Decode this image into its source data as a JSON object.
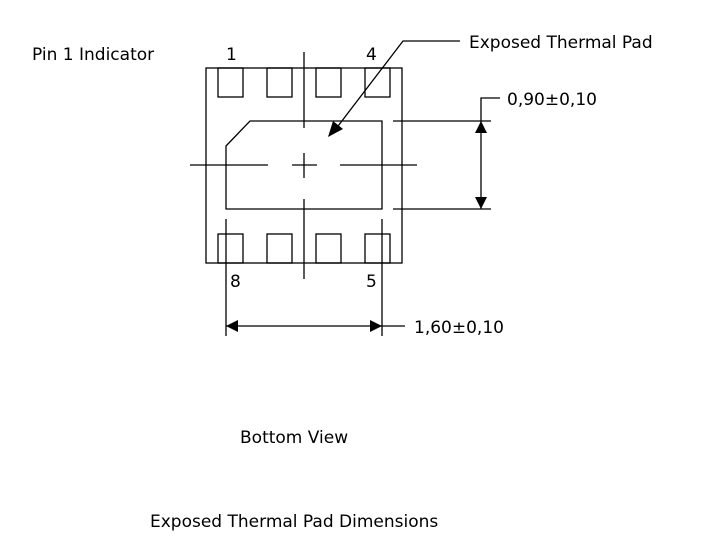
{
  "labels": {
    "pin1_indicator": "Pin 1 Indicator",
    "pin_1": "1",
    "pin_4": "4",
    "pin_8": "8",
    "pin_5": "5",
    "exposed_thermal_pad": "Exposed Thermal Pad",
    "dim_height": "0,90±0,10",
    "dim_width": "1,60±0,10",
    "view": "Bottom View",
    "caption": "Exposed Thermal Pad Dimensions"
  }
}
